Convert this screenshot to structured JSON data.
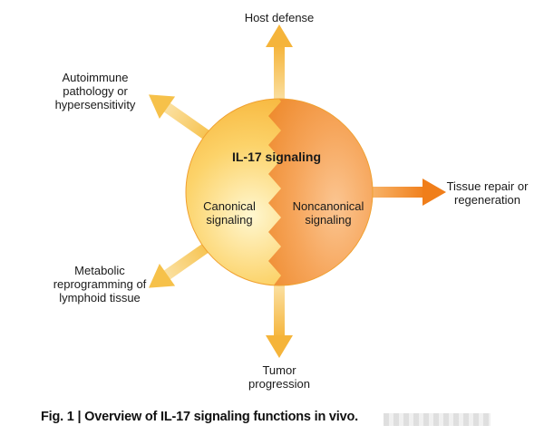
{
  "center": {
    "title": "IL-17 signaling",
    "left": [
      "Canonical",
      "signaling"
    ],
    "right": [
      "Noncanonical",
      "signaling"
    ]
  },
  "outputs": {
    "top": [
      "Host defense"
    ],
    "upper_left": [
      "Autoimmune",
      "pathology or",
      "hypersensitivity"
    ],
    "right": [
      "Tissue repair or",
      "regeneration"
    ],
    "lower_left": [
      "Metabolic",
      "reprogramming of",
      "lymphoid tissue"
    ],
    "bottom": [
      "Tumor",
      "progression"
    ]
  },
  "caption": "Fig. 1 | Overview of IL-17 signaling functions in vivo.",
  "colors": {
    "arrow_light": "#f7c85a",
    "arrow_orange": "#f2922a",
    "circle_left": "#fbc441",
    "circle_right": "#f4a04a"
  }
}
